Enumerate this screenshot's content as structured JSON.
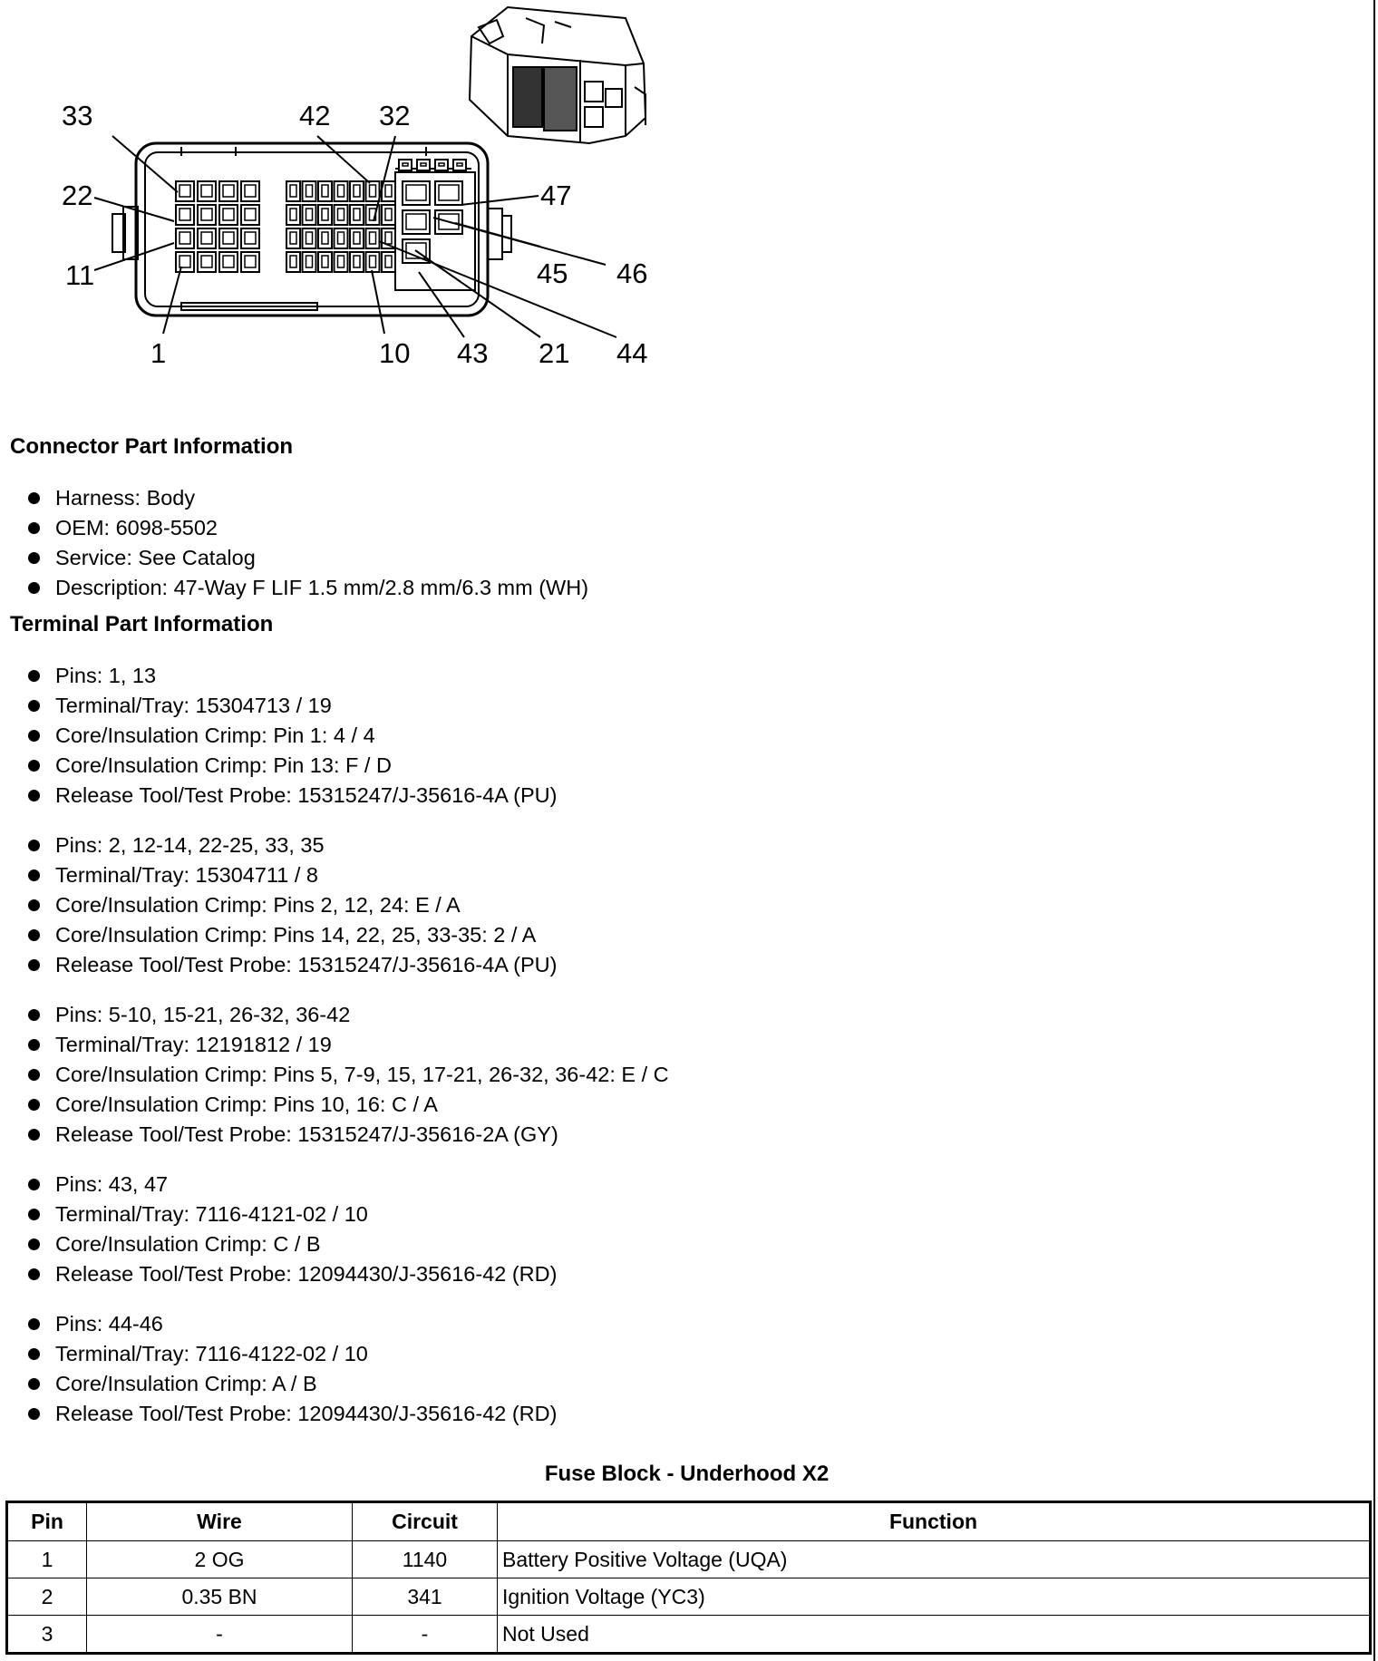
{
  "diagram": {
    "pin_labels": [
      "33",
      "42",
      "32",
      "22",
      "47",
      "11",
      "45",
      "46",
      "1",
      "10",
      "43",
      "21",
      "44"
    ]
  },
  "connector_part_information": {
    "heading": "Connector Part Information",
    "items": [
      "Harness: Body",
      "OEM: 6098-5502",
      "Service: See Catalog",
      "Description: 47-Way F LIF 1.5 mm/2.8 mm/6.3 mm (WH)"
    ]
  },
  "terminal_part_information": {
    "heading": "Terminal Part Information",
    "groups": [
      [
        "Pins: 1, 13",
        "Terminal/Tray: 15304713 / 19",
        "Core/Insulation Crimp: Pin 1: 4 / 4",
        "Core/Insulation Crimp: Pin 13: F / D",
        "Release Tool/Test Probe: 15315247/J-35616-4A (PU)"
      ],
      [
        "Pins: 2, 12-14, 22-25, 33, 35",
        "Terminal/Tray: 15304711 / 8",
        "Core/Insulation Crimp: Pins 2, 12, 24: E / A",
        "Core/Insulation Crimp: Pins 14, 22, 25, 33-35: 2 / A",
        "Release Tool/Test Probe: 15315247/J-35616-4A (PU)"
      ],
      [
        "Pins: 5-10, 15-21, 26-32, 36-42",
        "Terminal/Tray: 12191812 / 19",
        "Core/Insulation Crimp: Pins 5, 7-9, 15, 17-21, 26-32, 36-42: E / C",
        "Core/Insulation Crimp: Pins 10, 16: C / A",
        "Release Tool/Test Probe: 15315247/J-35616-2A (GY)"
      ],
      [
        "Pins: 43, 47",
        "Terminal/Tray: 7116-4121-02 / 10",
        "Core/Insulation Crimp: C / B",
        "Release Tool/Test Probe: 12094430/J-35616-42 (RD)"
      ],
      [
        "Pins: 44-46",
        "Terminal/Tray: 7116-4122-02 / 10",
        "Core/Insulation Crimp: A / B",
        "Release Tool/Test Probe: 12094430/J-35616-42 (RD)"
      ]
    ]
  },
  "pin_table": {
    "title": "Fuse Block - Underhood X2",
    "columns": [
      "Pin",
      "Wire",
      "Circuit",
      "Function"
    ],
    "rows": [
      [
        "1",
        "2 OG",
        "1140",
        "Battery Positive Voltage (UQA)"
      ],
      [
        "2",
        "0.35 BN",
        "341",
        "Ignition Voltage (YC3)"
      ],
      [
        "3",
        "-",
        "-",
        "Not Used"
      ]
    ]
  }
}
